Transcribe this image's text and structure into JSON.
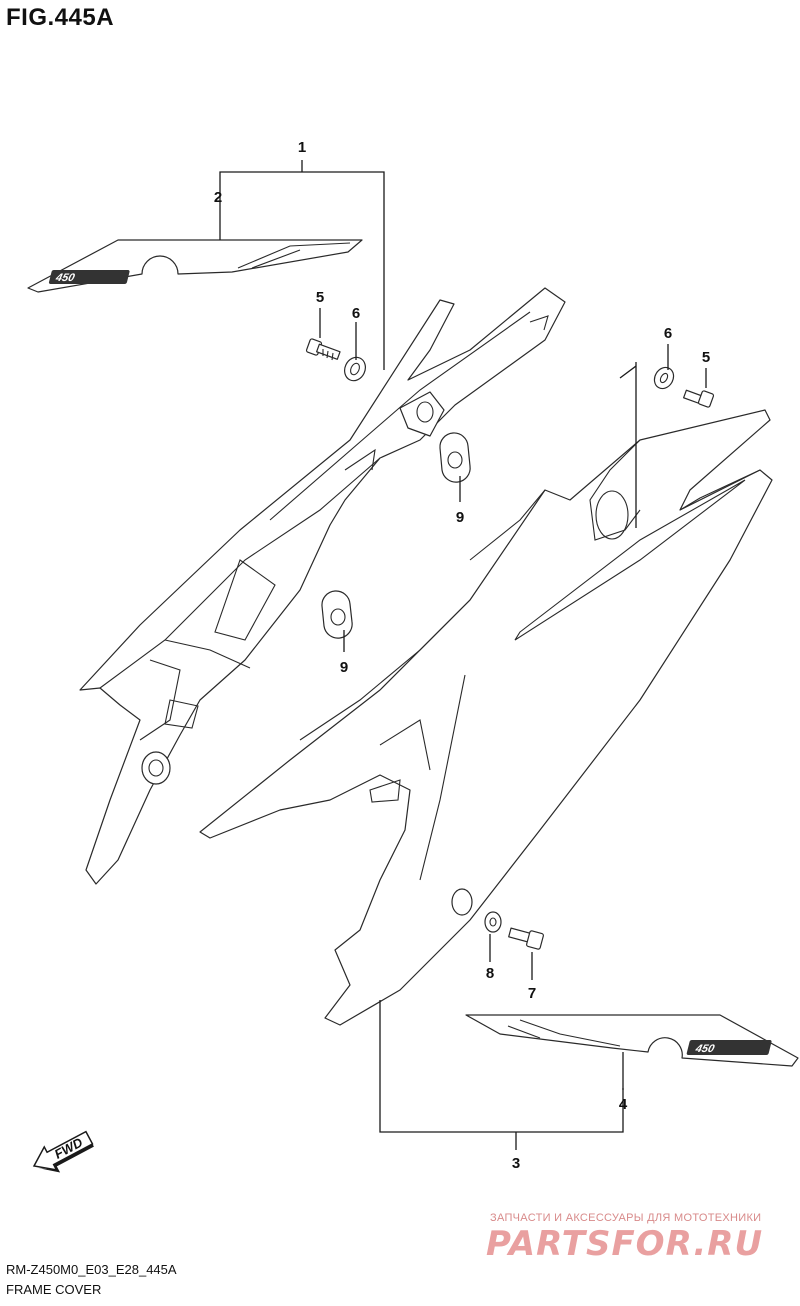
{
  "figure": {
    "title": "FIG.445A",
    "diagram_code": "RM-Z450M0_E03_E28_445A",
    "name": "FRAME COVER"
  },
  "callouts": {
    "c1": "1",
    "c2": "2",
    "c3": "3",
    "c4": "4",
    "c5a": "5",
    "c5b": "5",
    "c6a": "6",
    "c6b": "6",
    "c7": "7",
    "c8": "8",
    "c9a": "9",
    "c9b": "9"
  },
  "emblem_text": "450",
  "fwd_arrow": {
    "label": "FWD",
    "icon": "fwd-arrow-icon"
  },
  "watermark": {
    "tagline": "ЗАПЧАСТИ И АКСЕССУАРЫ ДЛЯ МОТОТЕХНИКИ",
    "logo": "PARTSFOR.RU",
    "color": "#e9a0a0"
  }
}
